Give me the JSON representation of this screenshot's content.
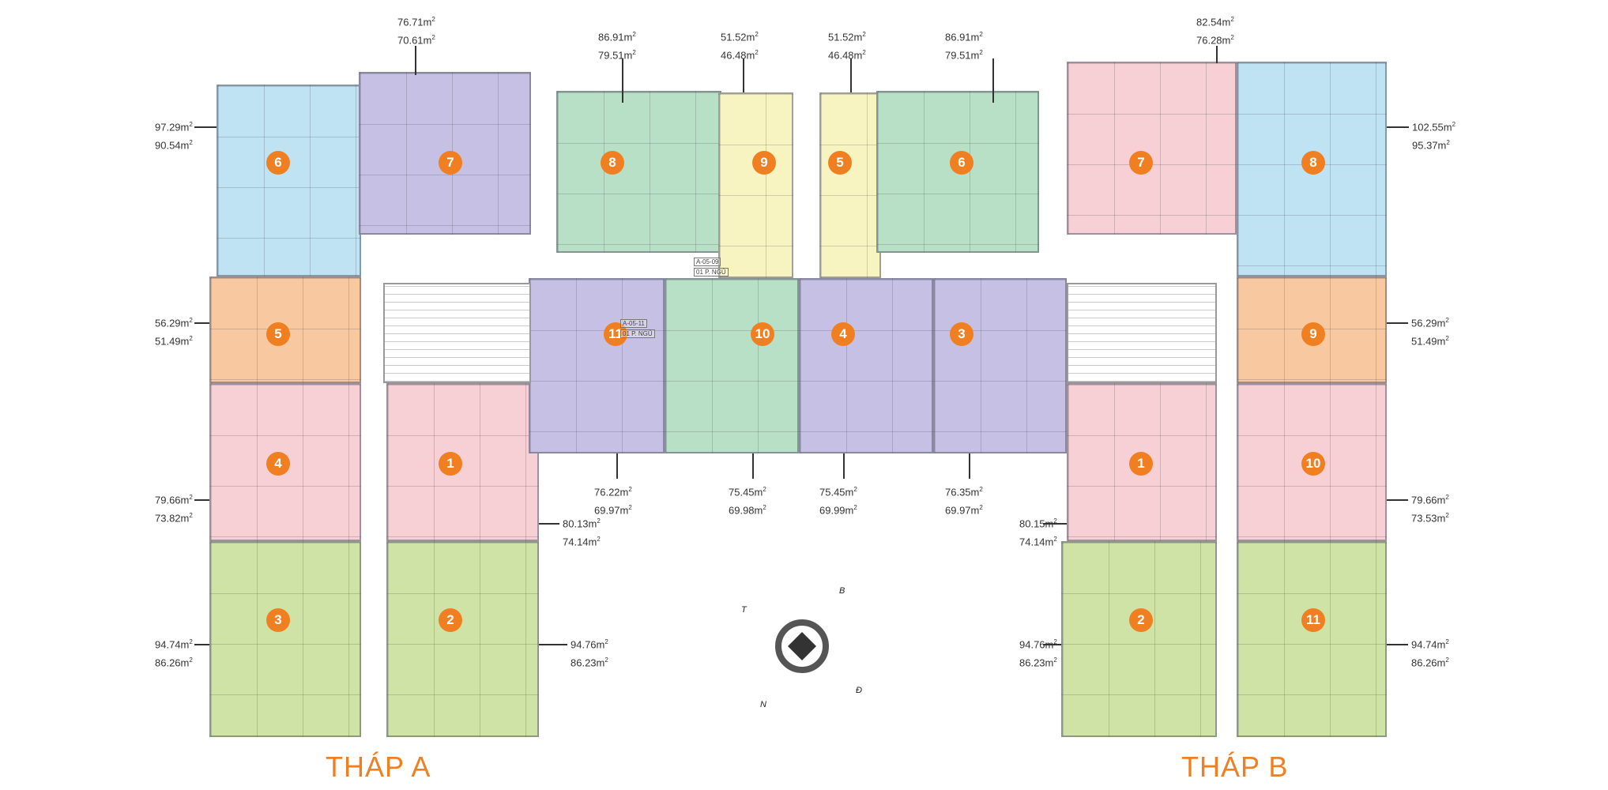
{
  "colors": {
    "blue": "#bfe3f3",
    "purple": "#c6c1e4",
    "green": "#b7e0c6",
    "yellow": "#f8f4c2",
    "orange": "#f8c9a0",
    "pink": "#f7d0d6",
    "lime": "#d0e3a6",
    "badge": "#f07f22"
  },
  "towers": {
    "a": "THÁP A",
    "b": "THÁP B"
  },
  "units": [
    {
      "id": "a6",
      "number": "6",
      "color": "blue"
    },
    {
      "id": "a7",
      "number": "7",
      "color": "purple"
    },
    {
      "id": "a5",
      "number": "5",
      "color": "orange"
    },
    {
      "id": "a4",
      "number": "4",
      "color": "pink"
    },
    {
      "id": "a1",
      "number": "1",
      "color": "pink"
    },
    {
      "id": "a3",
      "number": "3",
      "color": "lime"
    },
    {
      "id": "a2",
      "number": "2",
      "color": "lime"
    },
    {
      "id": "c8",
      "number": "8",
      "color": "green"
    },
    {
      "id": "c9",
      "number": "9",
      "color": "yellow"
    },
    {
      "id": "c5",
      "number": "5",
      "color": "yellow"
    },
    {
      "id": "c6",
      "number": "6",
      "color": "green"
    },
    {
      "id": "c11",
      "number": "11",
      "color": "purple"
    },
    {
      "id": "c10",
      "number": "10",
      "color": "green"
    },
    {
      "id": "c4",
      "number": "4",
      "color": "purple"
    },
    {
      "id": "c3",
      "number": "3",
      "color": "purple"
    },
    {
      "id": "b7",
      "number": "7",
      "color": "pink"
    },
    {
      "id": "b8",
      "number": "8",
      "color": "blue"
    },
    {
      "id": "b9",
      "number": "9",
      "color": "orange"
    },
    {
      "id": "b10",
      "number": "10",
      "color": "pink"
    },
    {
      "id": "b1",
      "number": "1",
      "color": "pink"
    },
    {
      "id": "b2",
      "number": "2",
      "color": "lime"
    },
    {
      "id": "b11",
      "number": "11",
      "color": "lime"
    }
  ],
  "areas": [
    {
      "gross": "76.71m",
      "net": "70.61m"
    },
    {
      "gross": "97.29m",
      "net": "90.54m"
    },
    {
      "gross": "56.29m",
      "net": "51.49m"
    },
    {
      "gross": "79.66m",
      "net": "73.82m"
    },
    {
      "gross": "80.13m",
      "net": "74.14m"
    },
    {
      "gross": "94.74m",
      "net": "86.26m"
    },
    {
      "gross": "94.76m",
      "net": "86.23m"
    },
    {
      "gross": "86.91m",
      "net": "79.51m"
    },
    {
      "gross": "51.52m",
      "net": "46.48m"
    },
    {
      "gross": "51.52m",
      "net": "46.48m"
    },
    {
      "gross": "86.91m",
      "net": "79.51m"
    },
    {
      "gross": "76.22m",
      "net": "69.97m"
    },
    {
      "gross": "75.45m",
      "net": "69.98m"
    },
    {
      "gross": "75.45m",
      "net": "69.99m"
    },
    {
      "gross": "76.35m",
      "net": "69.97m"
    },
    {
      "gross": "82.54m",
      "net": "76.28m"
    },
    {
      "gross": "102.55m",
      "net": "95.37m"
    },
    {
      "gross": "56.29m",
      "net": "51.49m"
    },
    {
      "gross": "79.66m",
      "net": "73.53m"
    },
    {
      "gross": "80.15m",
      "net": "74.14m"
    },
    {
      "gross": "94.76m",
      "net": "86.23m"
    },
    {
      "gross": "94.74m",
      "net": "86.26m"
    }
  ],
  "area_unit_sup": "2",
  "room_tags": [
    {
      "code": "A-05-09",
      "rooms": "01 P. NGỦ"
    },
    {
      "code": "A-05-11",
      "rooms": "01 P. NGỦ"
    }
  ],
  "compass": {
    "north": "B",
    "south": "N",
    "east": "Đ",
    "west": "T"
  }
}
